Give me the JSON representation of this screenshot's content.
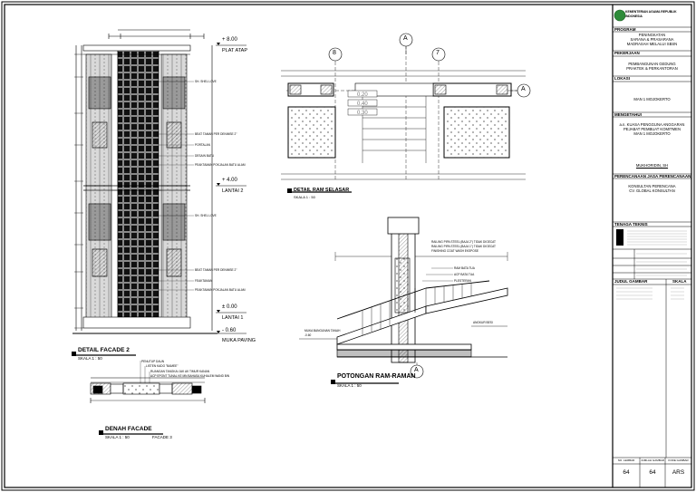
{
  "drawings": {
    "detail_facade": {
      "title": "DETAIL FACADE 2",
      "scale": "SKALA    1 : 50",
      "levels": [
        {
          "value": "+ 8.00",
          "name": "PLAT ATAP"
        },
        {
          "value": "+ 4.00",
          "name": "LANTAI 2"
        },
        {
          "value": "± 0.00",
          "name": "LANTAI 1"
        },
        {
          "value": "- 0.60",
          "name": "MUKA PAVING"
        }
      ]
    },
    "denah_facade": {
      "title": "DENAH FACADE",
      "scale": "SKALA    1 : 50",
      "ref": "FACADE 3"
    },
    "detail_ram": {
      "title": "DETAIL RAM SELASAR",
      "scale": "SKALA    1 : 50",
      "grid_bubbles": [
        "8",
        "A",
        "7"
      ],
      "bubble_right": "A"
    },
    "potongan_ram": {
      "title": "POTONGAN RAM-RAMAN",
      "scale": "SKALA    1 : 50",
      "bubble": "A"
    }
  },
  "title_block": {
    "org": "KEMENTERIAN AGAMA REPUBLIK INDONESIA",
    "program_header": "PROGRAM",
    "program": [
      "PENINGKATAN",
      "SARANA & PRASARANA",
      "MADRASAH MELALUI SBSN"
    ],
    "pekerjaan_header": "PEKERJAAN",
    "pekerjaan": [
      "PEMBANGUNAN GEDUNG",
      "PRAKTEK & PERKANTORAN"
    ],
    "lokasi_header": "LOKASI",
    "lokasi": "MAN 1 MOJOKERTO",
    "mengetahui_header": "MENGETAHUI",
    "mengetahui": [
      "a.n. KUASA PENGGUNA ANGGARAN",
      "PEJABAT PEMBUAT KOMITMEN",
      "MAN 1 MOJOKERTO"
    ],
    "ppk_name": "MUKHORIDIN, SH",
    "perencana_header": "PERENCANAAN JASA PERENCANAAN",
    "perencana": [
      "KONSULTAN PERENCANA",
      "CV. GLOBAL KONSULTAN"
    ],
    "tenaga_header": "TENAGA TEKNIS",
    "judul_header": "JUDUL GAMBAR",
    "skala_header": "SKALA",
    "footer_labels": [
      "NO. LEMBAR",
      "JUMLAH GAMBAR",
      "KODE GAMBAR"
    ],
    "footer_values": [
      "64",
      "64",
      "ARS"
    ]
  }
}
